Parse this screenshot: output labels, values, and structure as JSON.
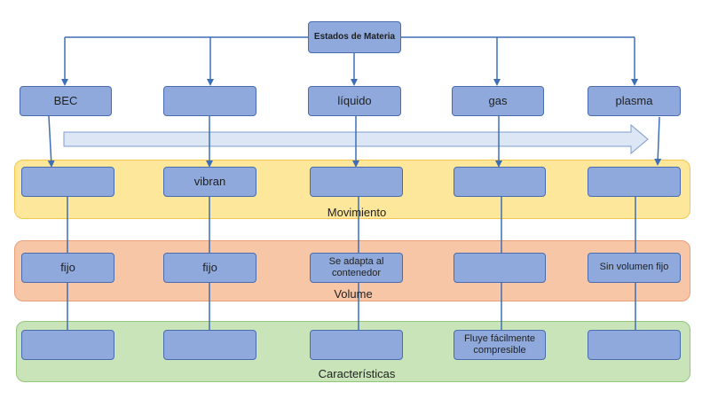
{
  "root": {
    "label": "Estados de Materia"
  },
  "states": [
    "BEC",
    "",
    "líquido",
    "gas",
    "plasma"
  ],
  "bands": {
    "movement": {
      "label": "Movimiento",
      "cells": [
        "",
        "vibran",
        "",
        "",
        ""
      ]
    },
    "volume": {
      "label": "Volume",
      "cells": [
        "fijo",
        "fijo",
        "Se adapta al contenedor",
        "",
        "Sin volumen fijo"
      ]
    },
    "characteristics": {
      "label": "Características",
      "cells": [
        "",
        "",
        "",
        "Fluye fácilmente compresible",
        ""
      ]
    }
  },
  "colors": {
    "box_fill": "#8fa9dc",
    "box_border": "#4a6cae",
    "connector": "#3d6fb6",
    "band_movement": "#fde79a",
    "band_volume": "#f7c6a6",
    "band_characteristics": "#c9e4b8",
    "arrow_fill": "#dce6f5"
  }
}
